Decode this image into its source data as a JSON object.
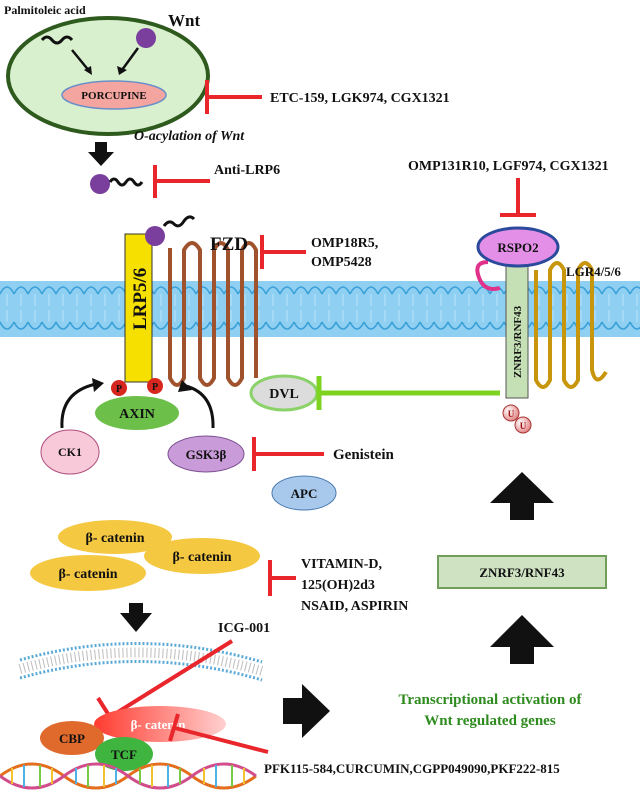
{
  "colors": {
    "inhibitor_red": "#e8262b",
    "green_arrow": "#7ed321",
    "membrane_blue": "#8fd0f2",
    "title_green": "#2e8b1e",
    "lrp_yellow": "#f5e000",
    "receptor_brown": "#a0522d",
    "lgr_gold": "#c8960c"
  },
  "top": {
    "palmitoleic_acid": "Palmitoleic acid",
    "wnt": "Wnt",
    "porcupine": "PORCUPINE",
    "porcupine_inhibitors": "ETC-159, LGK974, CGX1321",
    "o_acylation": "O-acylation of Wnt",
    "anti_lrp6": "Anti-LRP6"
  },
  "receptors": {
    "lrp": "LRP5/6",
    "fzd": "FZD",
    "fzd_inhib_1": "OMP18R5,",
    "fzd_inhib_2": "OMP5428",
    "p": "P",
    "axin": "AXIN",
    "ck1": "CK1",
    "gsk": "GSK3β",
    "genistein": "Genistein",
    "apc": "APC",
    "dvl": "DVL"
  },
  "right_pathway": {
    "rspo_inhibitors": "OMP131R10, LGF974, CGX1321",
    "rspo2": "RSPO2",
    "lgr": "LGR4/5/6",
    "znrf_vertical": "ZNRF3/RNF43",
    "u": "U",
    "znrf_box": "ZNRF3/RNF43"
  },
  "catenin": {
    "label": "β- catenin",
    "inhib_1": "VITAMIN-D,",
    "inhib_2": "125(OH)2d3",
    "inhib_3": "NSAID, ASPIRIN"
  },
  "nucleus": {
    "icg": "ICG-001",
    "cbp": "CBP",
    "beta_catenin": "β- catenin",
    "tcf": "TCF",
    "bottom_inhibitors": "PFK115-584,CURCUMIN,CGPP049090,PKF222-815",
    "transcription_1": "Transcriptional activation of",
    "transcription_2": "Wnt regulated genes"
  }
}
